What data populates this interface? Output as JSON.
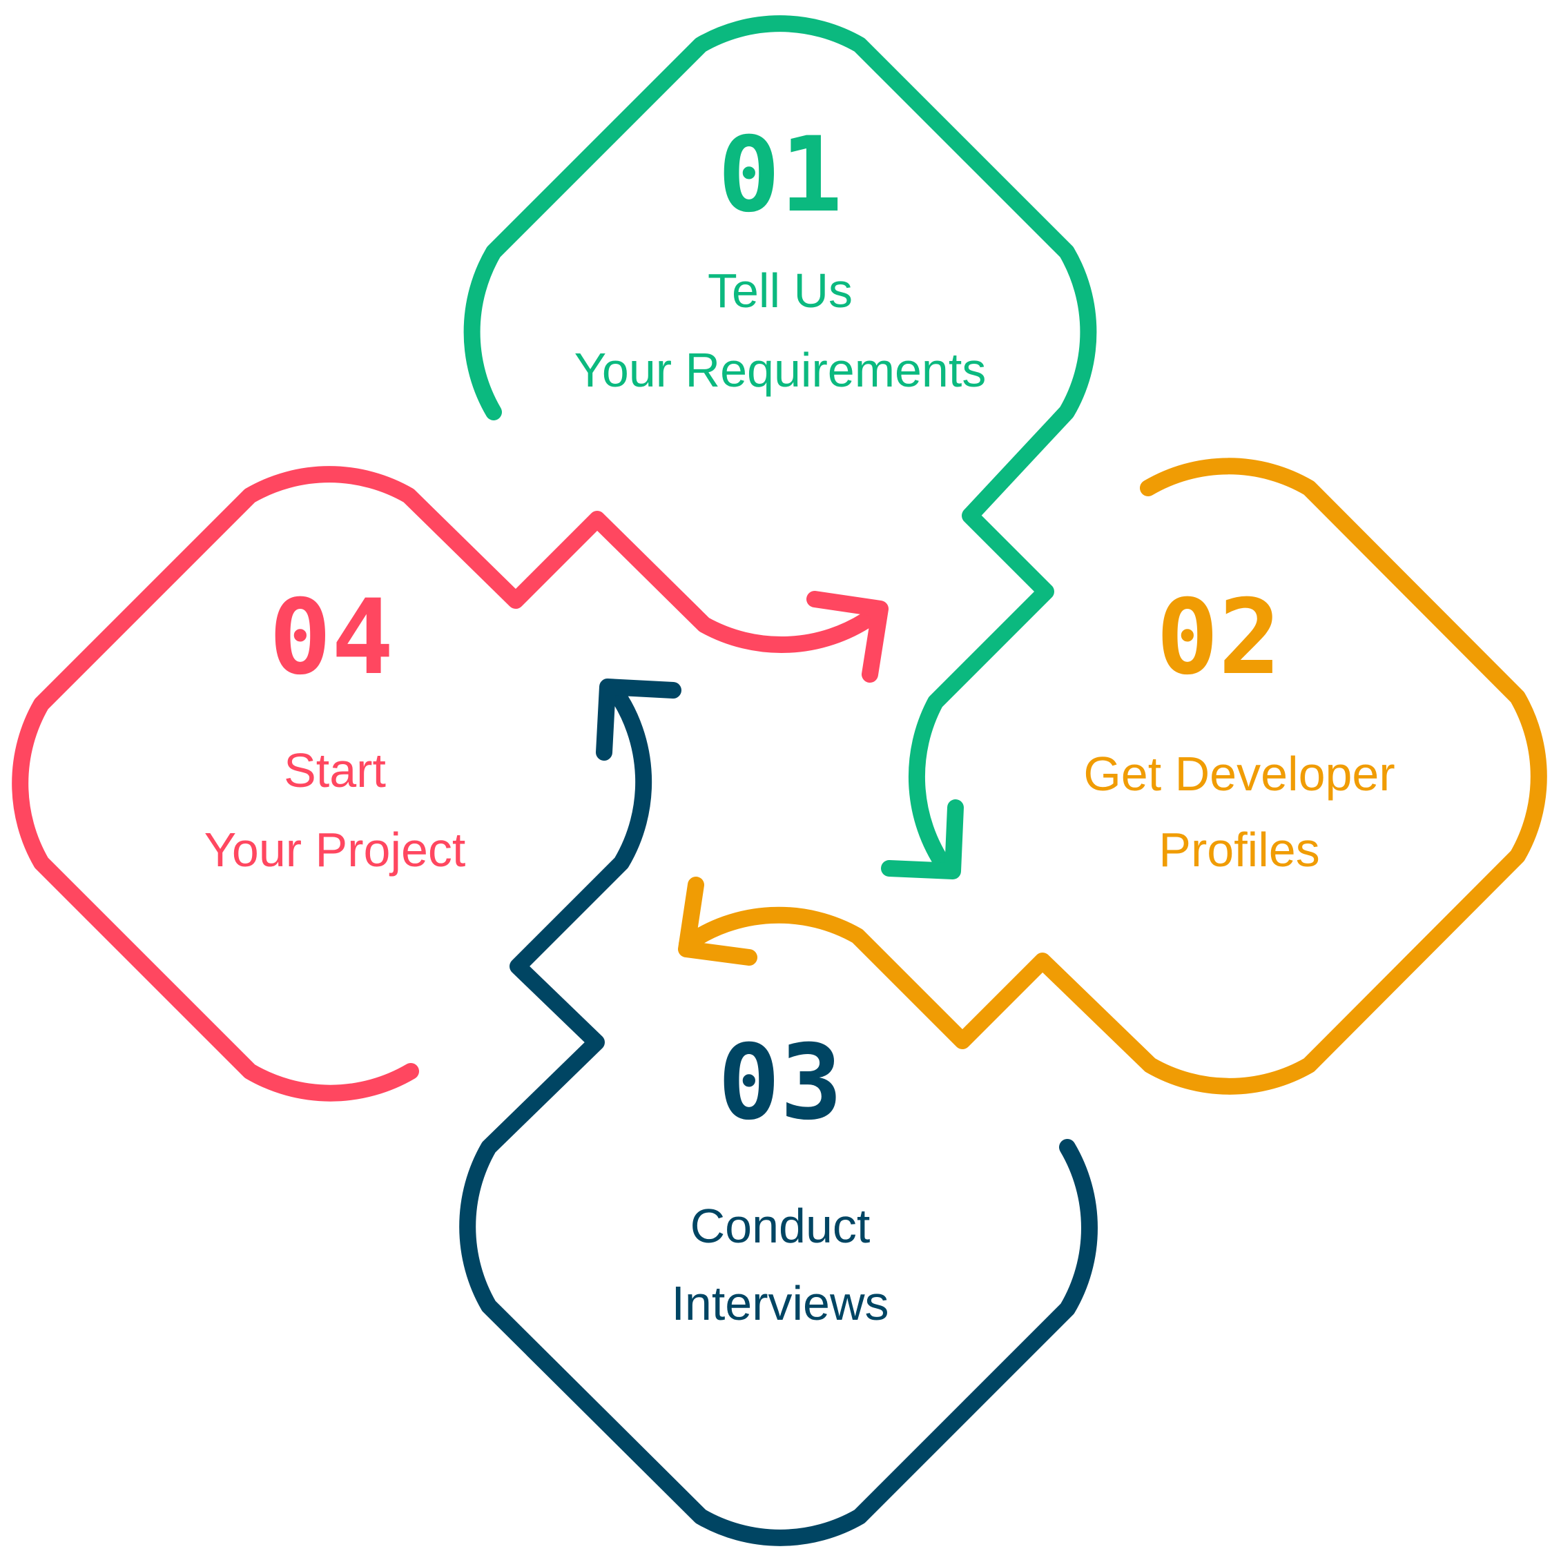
{
  "colors": {
    "step1": "#0bb97f",
    "step2": "#f09c04",
    "step3": "#004563",
    "step4": "#ff4760"
  },
  "steps": [
    {
      "number": "01",
      "line1": "Tell Us",
      "line2": "Your Requirements"
    },
    {
      "number": "02",
      "line1": "Get Developer",
      "line2": "Profiles"
    },
    {
      "number": "03",
      "line1": "Conduct",
      "line2": "Interviews"
    },
    {
      "number": "04",
      "line1": "Start",
      "line2": "Your Project"
    }
  ]
}
